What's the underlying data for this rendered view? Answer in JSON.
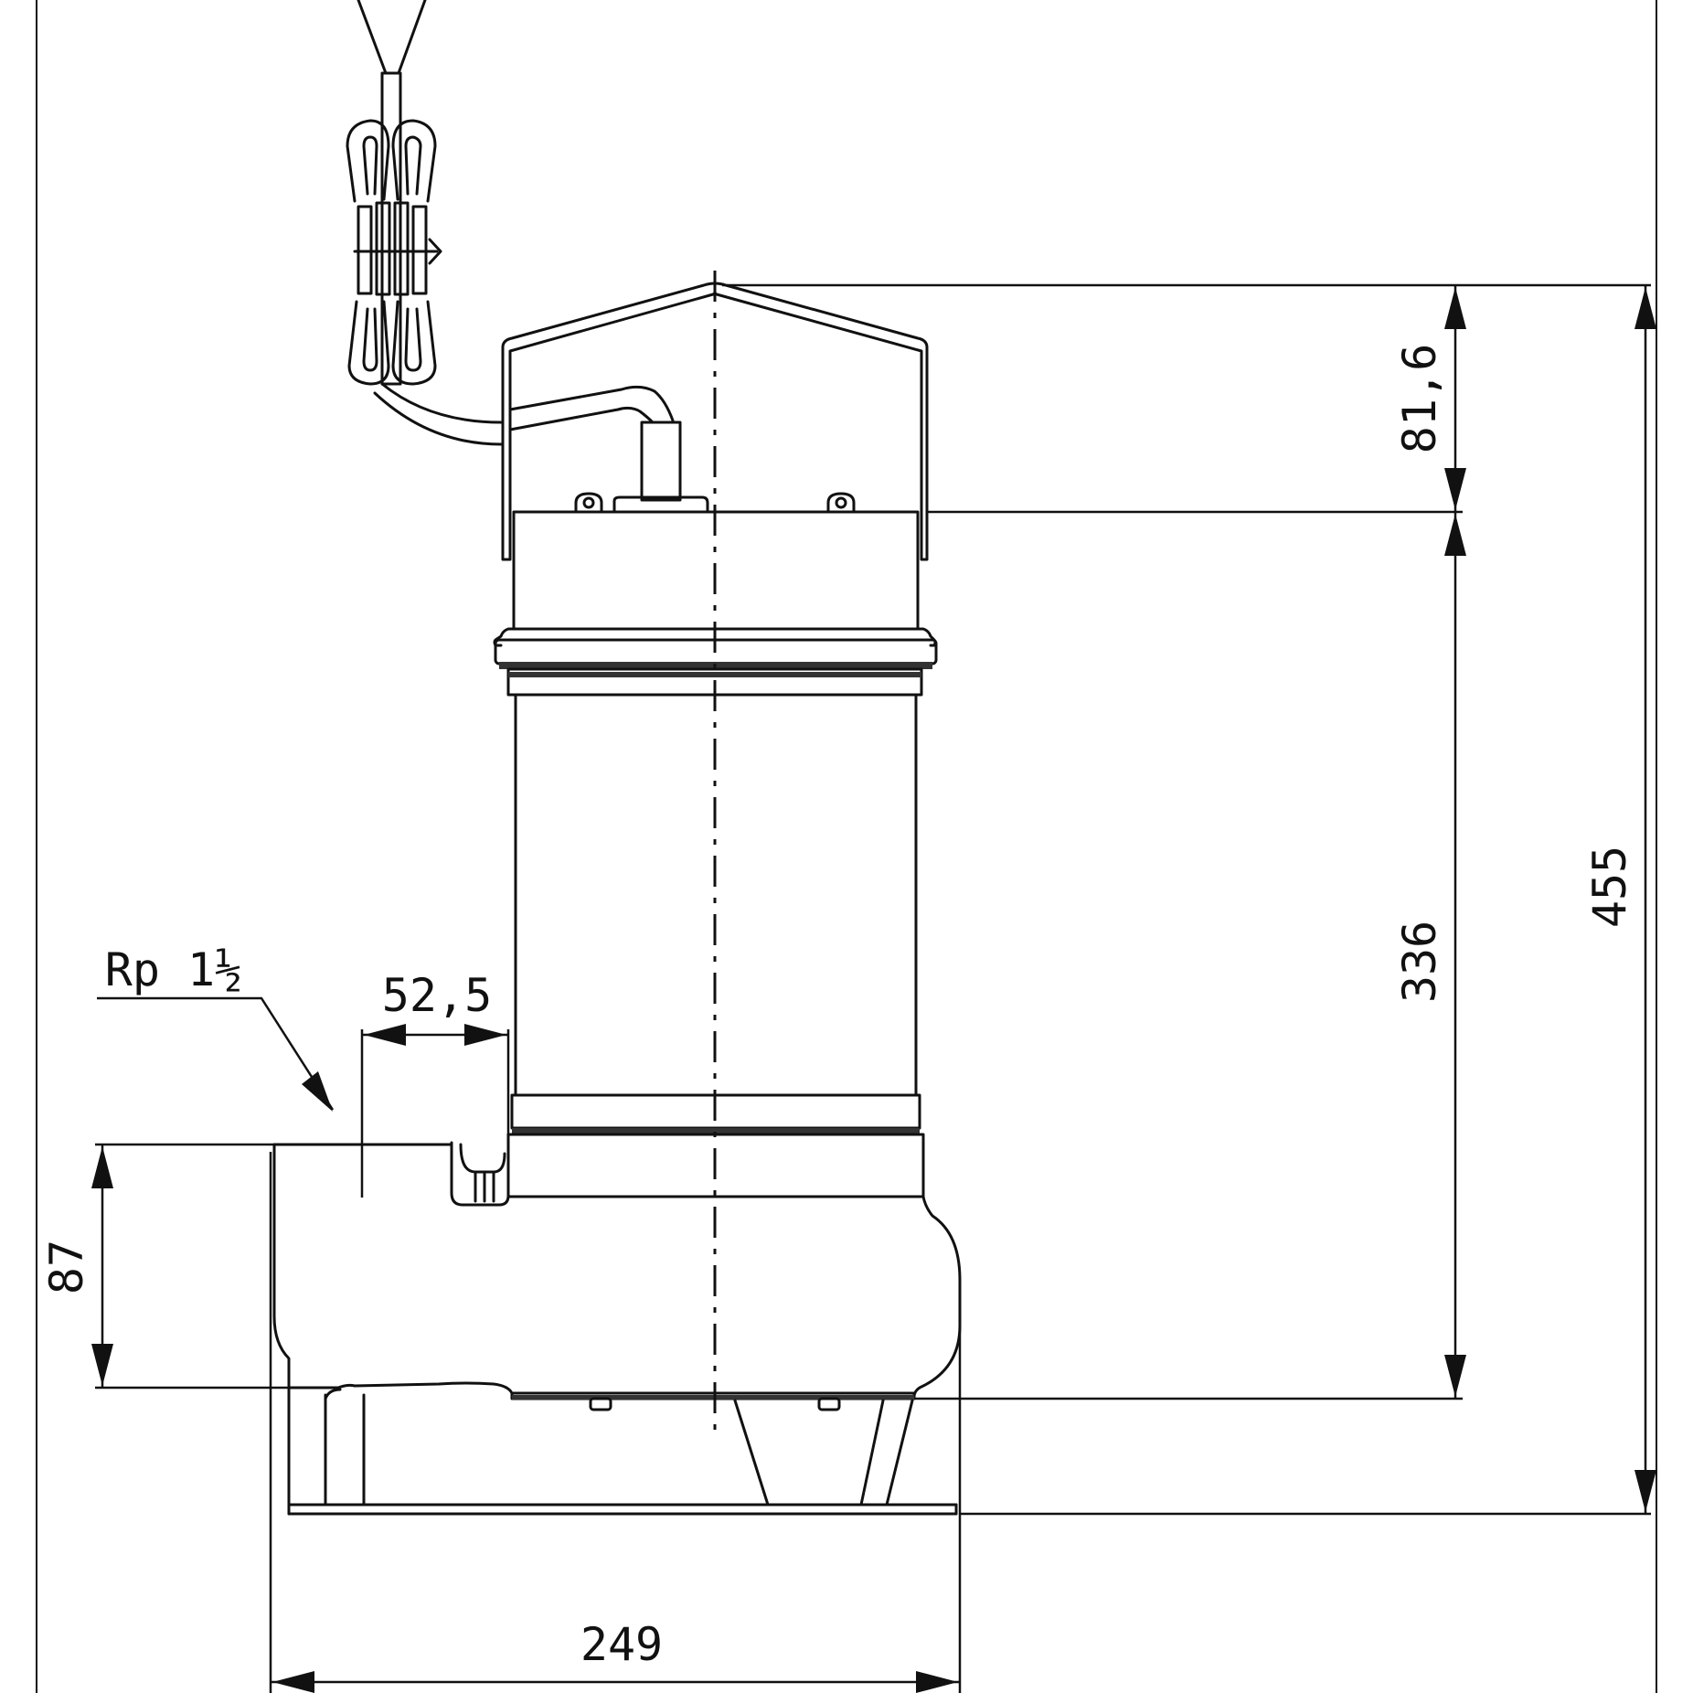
{
  "labels": {
    "dim_top": "81,6",
    "dim_mid": "336",
    "dim_total": "455",
    "dim_left": "87",
    "dim_offset": "52,5",
    "dim_width": "249",
    "thread": "Rp 1½"
  }
}
